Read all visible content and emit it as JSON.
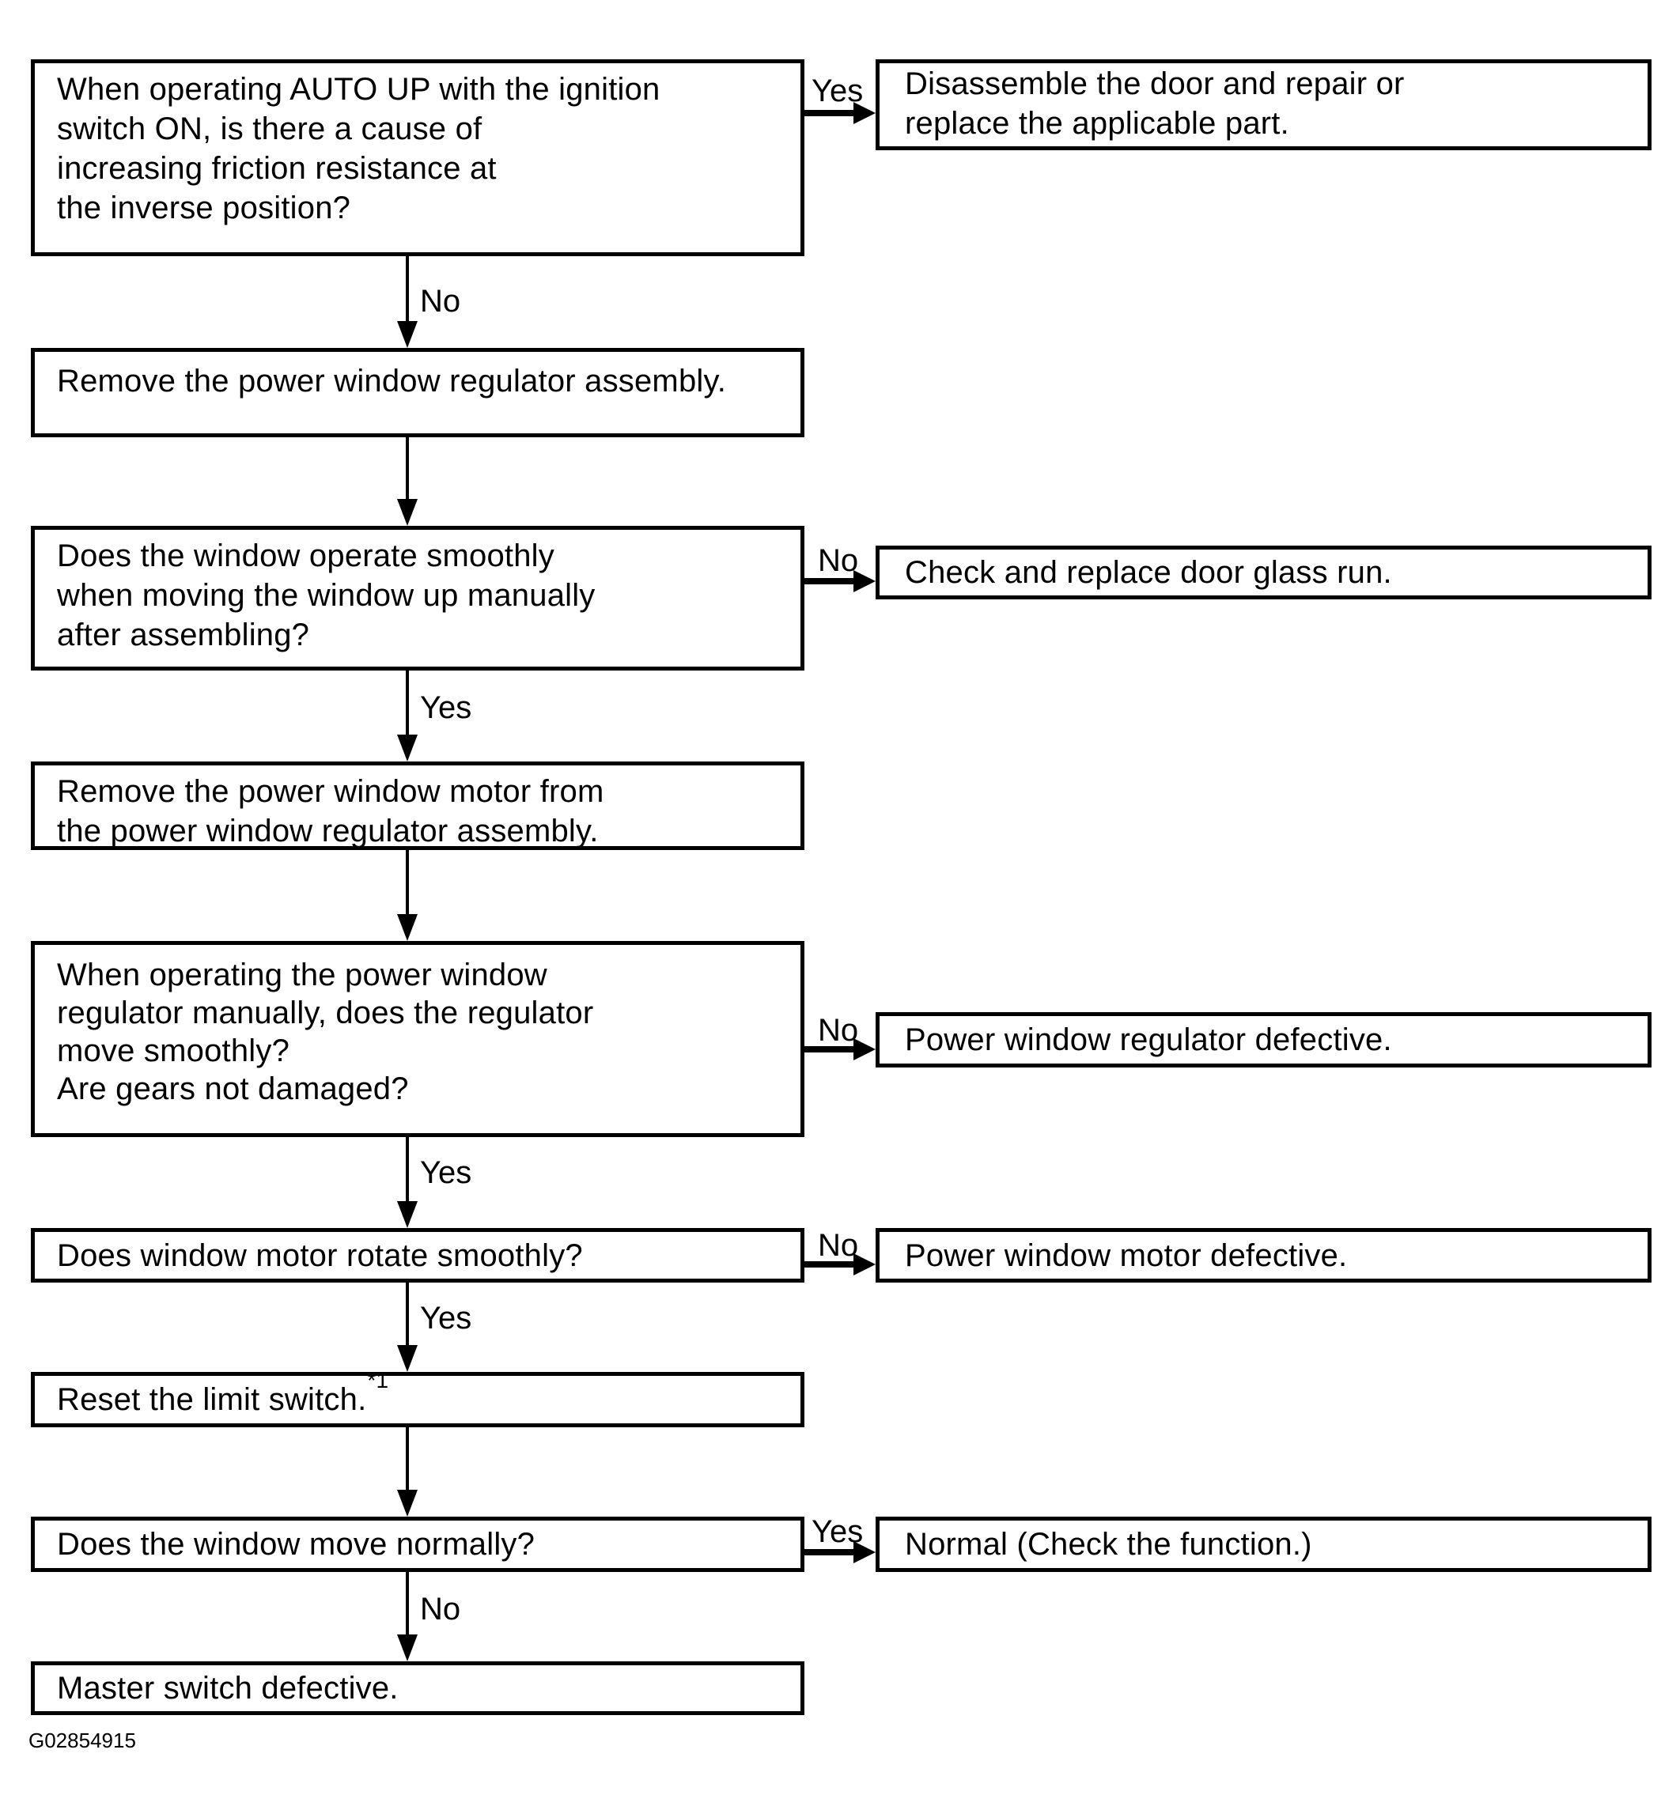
{
  "figure_code": "G02854915",
  "edge_labels": {
    "yes": "Yes",
    "no": "No"
  },
  "colors": {
    "ink": "#000000",
    "paper": "#ffffff"
  },
  "steps": {
    "q_auto_up": {
      "line1": "When operating AUTO UP with the ignition",
      "line2": "switch ON, is there a cause of",
      "line3": "increasing friction resistance at",
      "line4": "the inverse position?"
    },
    "remove_regulator": {
      "line1": "Remove the power window regulator assembly."
    },
    "q_window_smooth": {
      "line1": "Does the window operate smoothly",
      "line2": "when moving the window up manually",
      "line3": "after assembling?"
    },
    "remove_motor": {
      "line1": "Remove the power window motor from",
      "line2": "the power window regulator assembly."
    },
    "q_regulator_smooth": {
      "line1": "When operating the power window",
      "line2": "regulator manually, does the regulator",
      "line3": "move smoothly?",
      "line4": "Are gears not damaged?"
    },
    "q_motor_rotate": {
      "line1": "Does window motor rotate smoothly?"
    },
    "reset_limit_switch": {
      "text": "Reset the limit switch.",
      "note_ref": "*1"
    },
    "q_window_normal": {
      "line1": "Does the window move normally?"
    },
    "master_switch_defective": {
      "line1": "Master switch defective."
    }
  },
  "results": {
    "disassemble_door": {
      "line1": "Disassemble the door and repair or",
      "line2": "replace the applicable part."
    },
    "check_glass_run": {
      "line1": "Check and replace door glass run."
    },
    "regulator_defective": {
      "line1": "Power window regulator defective."
    },
    "motor_defective": {
      "line1": "Power window motor defective."
    },
    "normal_check": {
      "line1": "Normal (Check the function.)"
    }
  }
}
